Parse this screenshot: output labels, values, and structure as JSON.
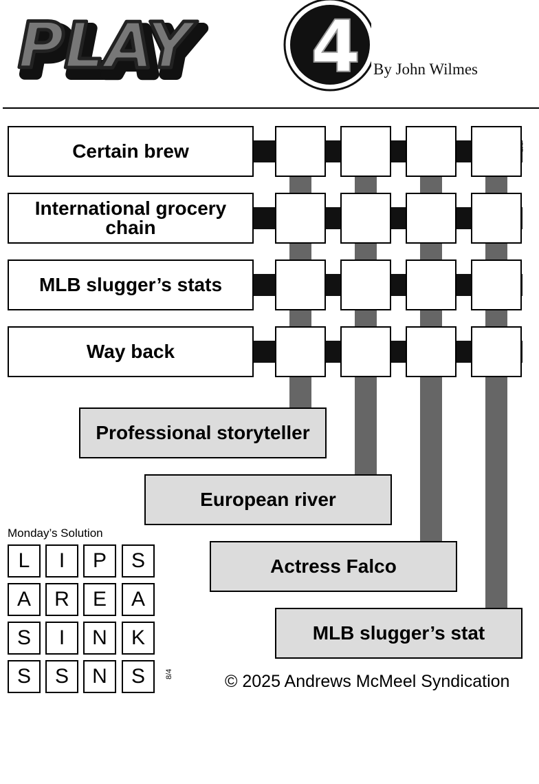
{
  "header": {
    "logo_text": "PLAY",
    "logo_number": "4",
    "byline": "By John Wilmes",
    "date_code": "8/5"
  },
  "colors": {
    "down_clue_fill": "#dcdcdc",
    "column_bar": "#666666",
    "row_bar": "#111111"
  },
  "across_clues": [
    {
      "text": "Certain brew"
    },
    {
      "text": "International grocery chain"
    },
    {
      "text": "MLB slugger’s stats"
    },
    {
      "text": "Way back"
    }
  ],
  "grid": [
    [
      "",
      "",
      "",
      ""
    ],
    [
      "",
      "",
      "",
      ""
    ],
    [
      "",
      "",
      "",
      ""
    ],
    [
      "",
      "",
      "",
      ""
    ]
  ],
  "down_clues": [
    {
      "text": "Professional storyteller"
    },
    {
      "text": "European river"
    },
    {
      "text": "Actress Falco"
    },
    {
      "text": "MLB slugger’s stat"
    }
  ],
  "solution": {
    "title": "Monday’s Solution",
    "date_code": "8/4",
    "rows": [
      [
        "L",
        "I",
        "P",
        "S"
      ],
      [
        "A",
        "R",
        "E",
        "A"
      ],
      [
        "S",
        "I",
        "N",
        "K"
      ],
      [
        "S",
        "S",
        "N",
        "S"
      ]
    ]
  },
  "footer": {
    "copyright": "© 2025 Andrews McMeel Syndication"
  }
}
